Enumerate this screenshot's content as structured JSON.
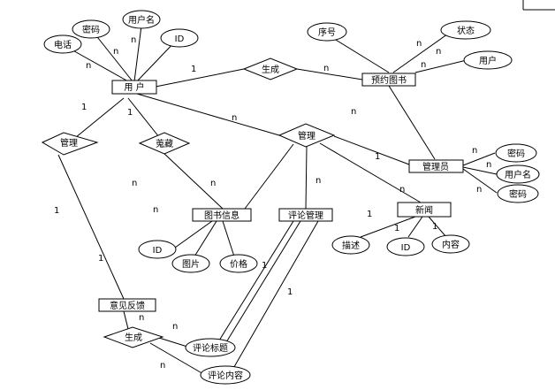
{
  "entities": {
    "user": "用 户",
    "reserved_book": "预约图书",
    "admin": "管理员",
    "book_info": "图书信息",
    "comment_mgmt": "评论管理",
    "news": "新闻",
    "feedback": "意见反馈"
  },
  "relationships": {
    "generate_top": "生成",
    "manage_left": "管理",
    "collect": "蒐藏",
    "manage_center": "管理",
    "generate_bottom": "生成"
  },
  "attributes": {
    "user_password": "密码",
    "user_username": "用户名",
    "user_id": "ID",
    "user_phone": "电话",
    "reserved_seq": "序号",
    "reserved_status": "状态",
    "reserved_user": "用户",
    "admin_password": "密码",
    "admin_username": "用户名",
    "admin_password2": "密码",
    "book_id": "ID",
    "book_image": "图片",
    "book_price": "价格",
    "news_desc": "描述",
    "news_id": "ID",
    "news_content": "内容",
    "comment_title": "评论标题",
    "comment_content": "评论内容"
  },
  "cardinalities": [
    {
      "id": "c-user-gen",
      "text": "1"
    },
    {
      "id": "c-gen-book",
      "text": "n"
    },
    {
      "id": "c-pw-user",
      "text": "n"
    },
    {
      "id": "c-name-user",
      "text": "n"
    },
    {
      "id": "c-phone-user",
      "text": "n"
    },
    {
      "id": "c-seq-book",
      "text": "n"
    },
    {
      "id": "c-status-book",
      "text": "n"
    },
    {
      "id": "c-ruser-book",
      "text": "n"
    },
    {
      "id": "c-user-manage",
      "text": "1"
    },
    {
      "id": "c-user-collect",
      "text": "1"
    },
    {
      "id": "c-user-center",
      "text": "n"
    },
    {
      "id": "c-book-admin",
      "text": "n"
    },
    {
      "id": "c-admin-center",
      "text": "1"
    },
    {
      "id": "c-admin-pw",
      "text": "n"
    },
    {
      "id": "c-admin-name",
      "text": "n"
    },
    {
      "id": "c-admin-pw2",
      "text": "n"
    },
    {
      "id": "c-collect-book-a",
      "text": "n"
    },
    {
      "id": "c-collect-book-b",
      "text": "n"
    },
    {
      "id": "c-left-n",
      "text": "n"
    },
    {
      "id": "c-center-comment",
      "text": "n"
    },
    {
      "id": "c-center-news",
      "text": "n"
    },
    {
      "id": "c-news-left",
      "text": "1"
    },
    {
      "id": "c-news-id",
      "text": "1"
    },
    {
      "id": "c-news-content",
      "text": "1"
    },
    {
      "id": "c-manage-feedback-a",
      "text": "1"
    },
    {
      "id": "c-manage-feedback-b",
      "text": "1"
    },
    {
      "id": "c-feedback-gen",
      "text": "n"
    },
    {
      "id": "c-gen-title",
      "text": "n"
    },
    {
      "id": "c-gen-content",
      "text": "n"
    },
    {
      "id": "c-comment-title",
      "text": "1"
    },
    {
      "id": "c-comment-content",
      "text": "1"
    }
  ]
}
